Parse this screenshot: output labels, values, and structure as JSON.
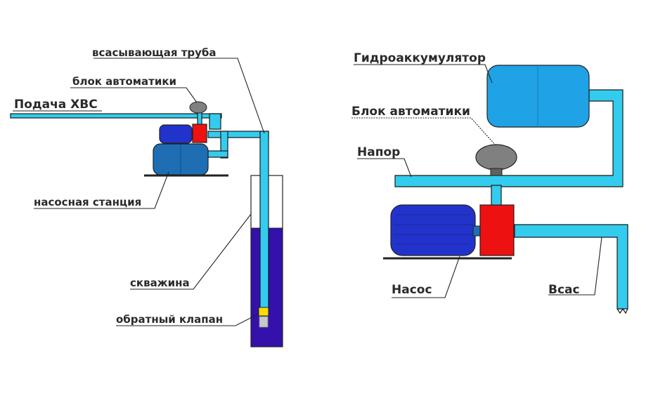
{
  "left_diagram": {
    "labels": {
      "suction_pipe": "всасывающая труба",
      "automation_unit": "блок автоматики",
      "cold_water_supply": "Подача ХВС",
      "pump_station": "насосная станция",
      "well": "скважина",
      "check_valve": "обратный клапан"
    }
  },
  "right_diagram": {
    "labels": {
      "accumulator": "Гидроаккумулятор",
      "automation_unit": "Блок автоматики",
      "pressure": "Напор",
      "pump": "Насос",
      "suction": "Всас"
    }
  },
  "colors": {
    "pipe": "#33ccee",
    "tank": "#1fa3e6",
    "motor": "#2233cc",
    "pump_body": "#1f6eb3",
    "relay": "#ee1111",
    "pressure_switch": "#808080",
    "well_water": "#3311aa",
    "check_valve": "#ffdd00"
  }
}
